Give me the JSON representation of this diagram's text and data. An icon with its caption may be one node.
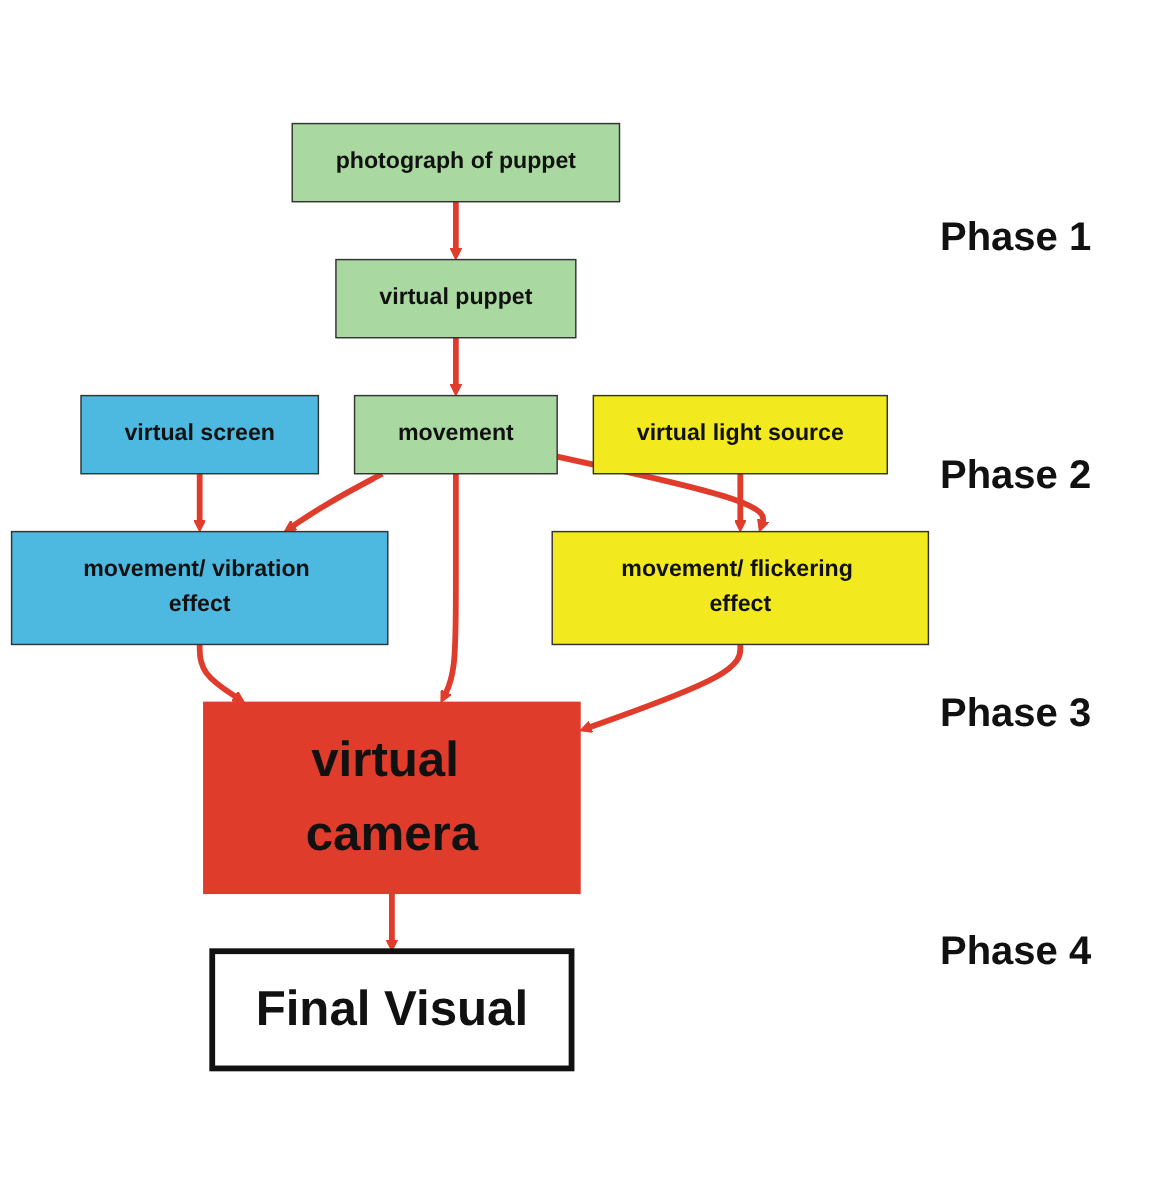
{
  "diagram": {
    "nodes": [
      {
        "text": [
          "photograph of puppet"
        ]
      },
      {
        "text": [
          "virtual screen"
        ]
      },
      {
        "text": [
          "virtual puppet"
        ]
      },
      {
        "text": [
          "virtual light source"
        ]
      },
      {
        "text": [
          "movement/ vibration effect"
        ]
      },
      {
        "text": [
          "movement"
        ]
      },
      {
        "text": [
          "movement/ flickering effect"
        ]
      },
      {
        "text": [
          "virtual camera"
        ]
      },
      {
        "text": [
          "Final Visual"
        ]
      }
    ],
    "edges": [
      {
        "from": 0,
        "to": 2,
        "arrow": "to"
      },
      {
        "from": 1,
        "to": 4,
        "arrow": "to"
      },
      {
        "from": 2,
        "to": 5,
        "arrow": "to"
      },
      {
        "from": 3,
        "to": 6,
        "arrow": "to"
      },
      {
        "from": 5,
        "to": 4,
        "arrow": "to"
      },
      {
        "from": 5,
        "to": 6,
        "arrow": "to"
      },
      {
        "from": 4,
        "to": 7,
        "arrow": "to"
      },
      {
        "from": 5,
        "to": 7,
        "arrow": "to"
      },
      {
        "from": 6,
        "to": 7,
        "arrow": "to"
      },
      {
        "from": 7,
        "to": 8,
        "arrow": "to"
      }
    ],
    "labels": [
      "Phase 1",
      "Phase 2",
      "Phase 3",
      "Phase 4"
    ]
  }
}
